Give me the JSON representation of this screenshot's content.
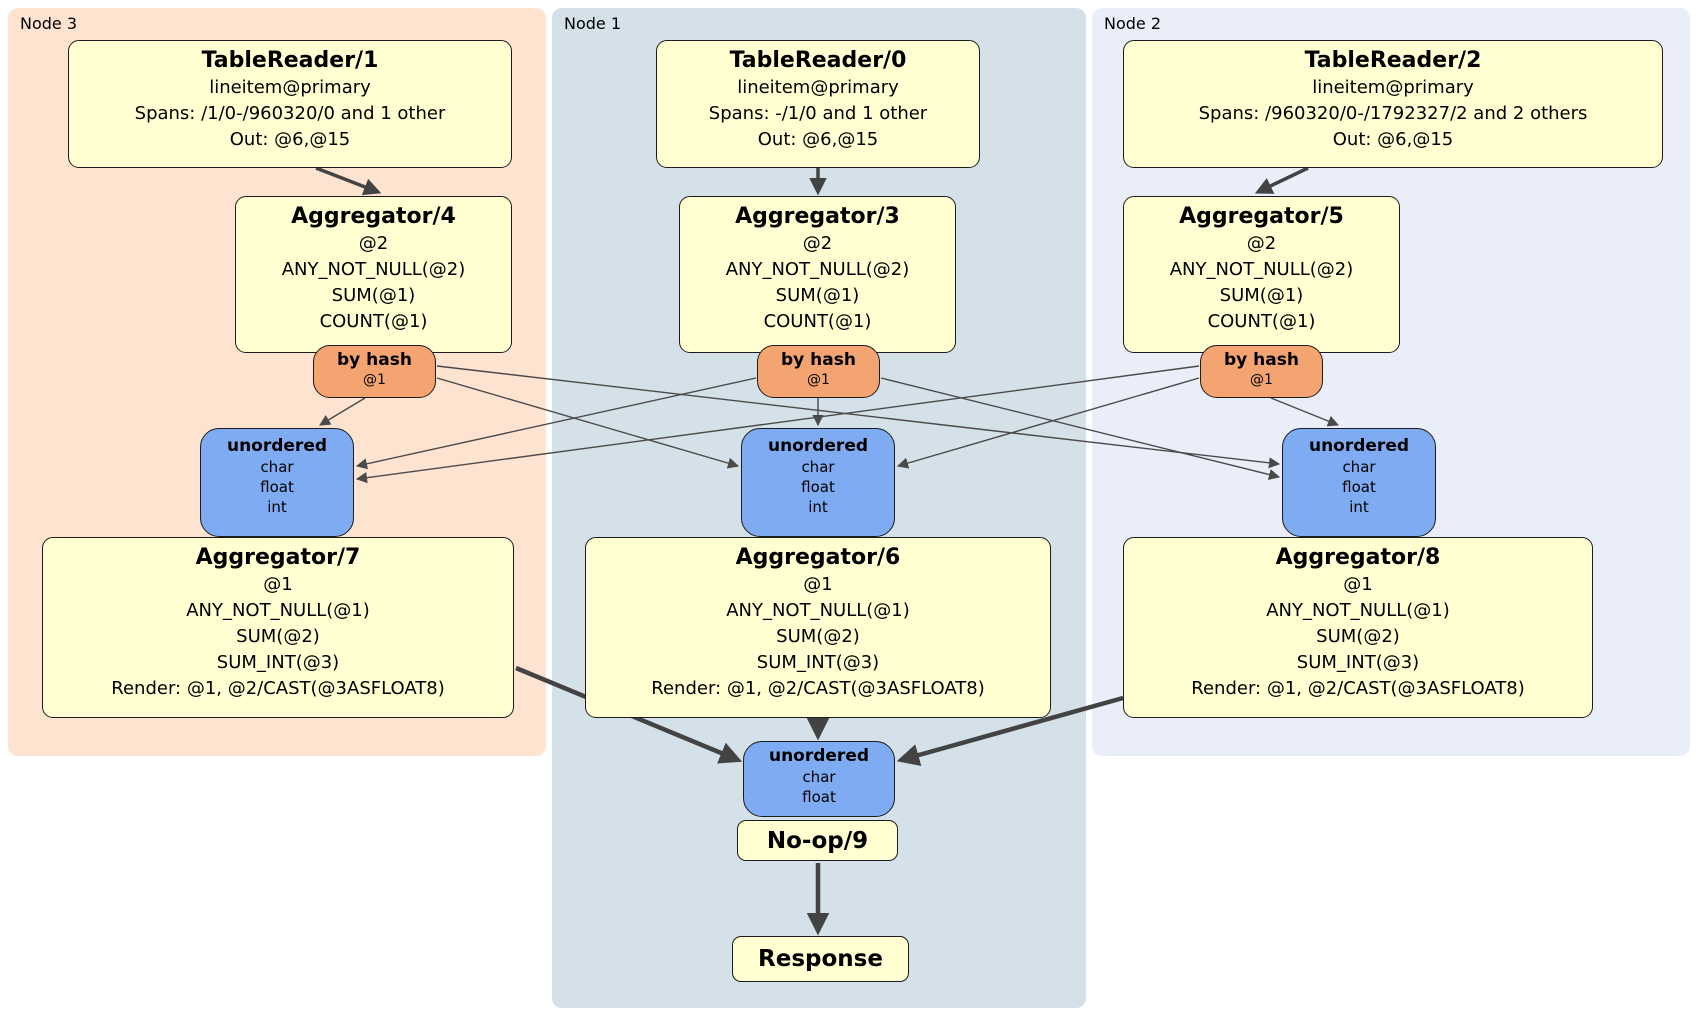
{
  "panels": {
    "node3": {
      "label": "Node 3",
      "color": "#fde3d0"
    },
    "node1": {
      "label": "Node 1",
      "color": "#d5e1e8"
    },
    "node2": {
      "label": "Node 2",
      "color": "#e9eef9"
    }
  },
  "processors": {
    "tr1": {
      "title": "TableReader/1",
      "lines": [
        "lineitem@primary",
        "Spans: /1/0-/960320/0 and 1 other",
        "Out: @6,@15"
      ]
    },
    "tr0": {
      "title": "TableReader/0",
      "lines": [
        "lineitem@primary",
        "Spans: -/1/0 and 1 other",
        "Out: @6,@15"
      ]
    },
    "tr2": {
      "title": "TableReader/2",
      "lines": [
        "lineitem@primary",
        "Spans: /960320/0-/1792327/2 and 2 others",
        "Out: @6,@15"
      ]
    },
    "agg4": {
      "title": "Aggregator/4",
      "lines": [
        "@2",
        "ANY_NOT_NULL(@2)",
        "SUM(@1)",
        "COUNT(@1)"
      ]
    },
    "agg3": {
      "title": "Aggregator/3",
      "lines": [
        "@2",
        "ANY_NOT_NULL(@2)",
        "SUM(@1)",
        "COUNT(@1)"
      ]
    },
    "agg5": {
      "title": "Aggregator/5",
      "lines": [
        "@2",
        "ANY_NOT_NULL(@2)",
        "SUM(@1)",
        "COUNT(@1)"
      ]
    },
    "agg7": {
      "title": "Aggregator/7",
      "lines": [
        "@1",
        "ANY_NOT_NULL(@1)",
        "SUM(@2)",
        "SUM_INT(@3)",
        "Render: @1, @2/CAST(@3ASFLOAT8)"
      ]
    },
    "agg6": {
      "title": "Aggregator/6",
      "lines": [
        "@1",
        "ANY_NOT_NULL(@1)",
        "SUM(@2)",
        "SUM_INT(@3)",
        "Render: @1, @2/CAST(@3ASFLOAT8)"
      ]
    },
    "agg8": {
      "title": "Aggregator/8",
      "lines": [
        "@1",
        "ANY_NOT_NULL(@1)",
        "SUM(@2)",
        "SUM_INT(@3)",
        "Render: @1, @2/CAST(@3ASFLOAT8)"
      ]
    },
    "noop": {
      "title": "No-op/9"
    },
    "response": {
      "title": "Response"
    }
  },
  "routers": {
    "hash3": {
      "title": "by hash",
      "detail": "@1"
    },
    "hash1": {
      "title": "by hash",
      "detail": "@1"
    },
    "hash2": {
      "title": "by hash",
      "detail": "@1"
    }
  },
  "syncs": {
    "un3": {
      "title": "unordered",
      "types": [
        "char",
        "float",
        "int"
      ]
    },
    "un1": {
      "title": "unordered",
      "types": [
        "char",
        "float",
        "int"
      ]
    },
    "un2": {
      "title": "unordered",
      "types": [
        "char",
        "float",
        "int"
      ]
    },
    "unFinal": {
      "title": "unordered",
      "types": [
        "char",
        "float"
      ]
    }
  }
}
